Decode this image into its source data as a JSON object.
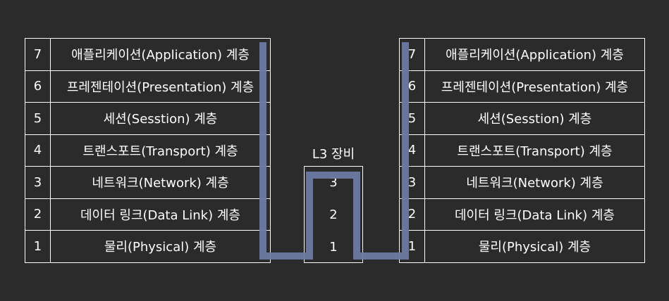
{
  "left_stack": {
    "layers": [
      {
        "num": "7",
        "name": "애플리케이션(Application) 계층"
      },
      {
        "num": "6",
        "name": "프레젠테이션(Presentation) 계층"
      },
      {
        "num": "5",
        "name": "세션(Sesstion) 계층"
      },
      {
        "num": "4",
        "name": "트랜스포트(Transport) 계층"
      },
      {
        "num": "3",
        "name": "네트워크(Network) 계층"
      },
      {
        "num": "2",
        "name": "데이터 링크(Data Link) 계층"
      },
      {
        "num": "1",
        "name": "물리(Physical) 계층"
      }
    ]
  },
  "device": {
    "label": "L3 장비",
    "layers": [
      "3",
      "2",
      "1"
    ]
  },
  "right_stack": {
    "layers": [
      {
        "num": "7",
        "name": "애플리케이션(Application) 계층"
      },
      {
        "num": "6",
        "name": "프레젠테이션(Presentation) 계층"
      },
      {
        "num": "5",
        "name": "세션(Sesstion) 계층"
      },
      {
        "num": "4",
        "name": "트랜스포트(Transport) 계층"
      },
      {
        "num": "3",
        "name": "네트워크(Network) 계층"
      },
      {
        "num": "2",
        "name": "데이터 링크(Data Link) 계층"
      },
      {
        "num": "1",
        "name": "물리(Physical) 계층"
      }
    ]
  },
  "colors": {
    "background": "#2b2b2b",
    "border": "#ffffff",
    "text": "#ffffff",
    "flow_path": "#6b7aa1"
  }
}
